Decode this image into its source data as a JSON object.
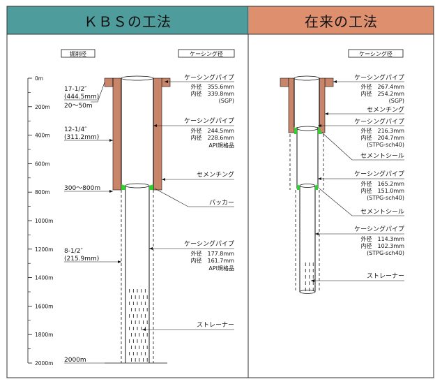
{
  "left": {
    "title": "ＫＢＳの工法",
    "header_color": "#4f9c9c",
    "boring_dia_heading": "掘削径",
    "casing_dia_heading": "ケーシング径",
    "depth_ticks": [
      "0m",
      "200m",
      "400m",
      "600m",
      "800m",
      "1000m",
      "1200m",
      "1400m",
      "1600m",
      "1800m",
      "2000m"
    ],
    "casing1": {
      "name": "ケーシングパイプ",
      "od": "外径　355.6mm",
      "id": "内径　339.8mm",
      "spec": "(SGP)"
    },
    "casing2": {
      "name": "ケーシングパイプ",
      "od": "外径　244.5mm",
      "id": "内径　228.6mm",
      "spec": "API規格品"
    },
    "casing3": {
      "name": "ケーシングパイプ",
      "od": "外径　177.8mm",
      "id": "内径　161.7mm",
      "spec": "API規格品"
    },
    "cementing": "セメンチング",
    "packer": "パッカー",
    "strainer": "ストレーナー",
    "bore1": {
      "size": "17-1/2″",
      "metric": "(444.5mm)",
      "range": "20～50m"
    },
    "bore2": {
      "size": "12-1/4″",
      "metric": "(311.2mm)"
    },
    "bore_range2": "300～800m",
    "bore3": {
      "size": "8-1/2″",
      "metric": "(215.9mm)"
    },
    "bottom_depth": "2000m"
  },
  "right": {
    "title": "在来の工法",
    "header_color": "#de8f6e",
    "casing_dia_heading": "ケーシング径",
    "casing1": {
      "name": "ケーシングパイプ",
      "od": "外径　267.4mm",
      "id": "内径　254.2mm",
      "spec": "(SGP)"
    },
    "cementing": "セメンチング",
    "casing2": {
      "name": "ケーシングパイプ",
      "od": "外径　216.3mm",
      "id": "内径　204.7mm",
      "spec": "(STPG-sch40)"
    },
    "cement_seal1": "セメントシール",
    "casing3": {
      "name": "ケーシングパイプ",
      "od": "外径　165.2mm",
      "id": "内径　151.0mm",
      "spec": "(STPG-sch40)"
    },
    "cement_seal2": "セメントシール",
    "casing4": {
      "name": "ケーシングパイプ",
      "od": "外径　114.3mm",
      "id": "内径　102.3mm",
      "spec": "(STPG-sch40)"
    },
    "strainer": "ストレーナー"
  },
  "colors": {
    "cement": "#c8856a",
    "seal": "#33cc33",
    "line": "#111111"
  }
}
